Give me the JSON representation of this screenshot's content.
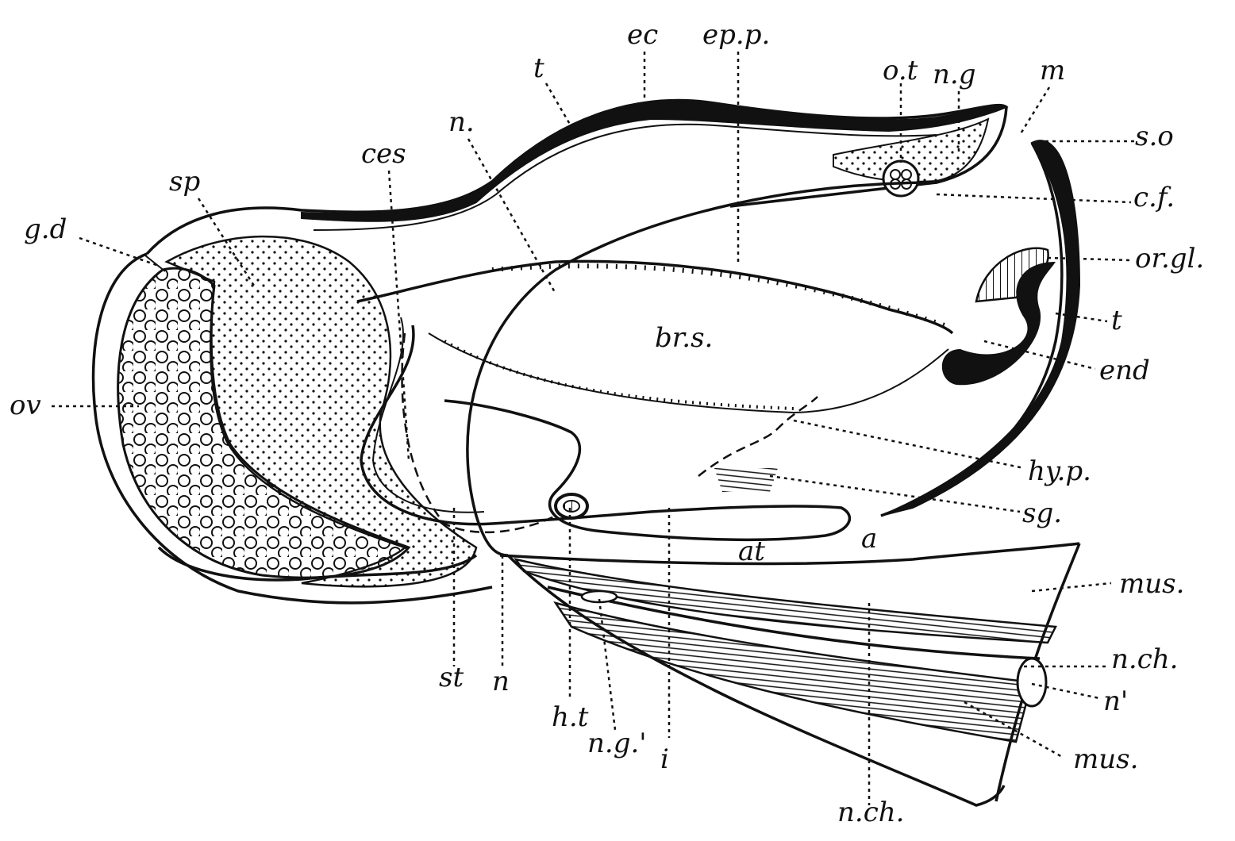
{
  "figure": {
    "labels": {
      "ec": "ec",
      "epp": "ep.p.",
      "t_top": "t",
      "ot": "o.t",
      "ng": "n.g",
      "m": "m",
      "so": "s.o",
      "n_top": "n.",
      "ces": "ces",
      "sp": "sp",
      "gd": "g.d",
      "cf": "c.f.",
      "orgl": "or.gl.",
      "brs": "br.s.",
      "t_right": "t",
      "end": "end",
      "ov": "ov",
      "hyp": "hy.p.",
      "sg": "sg.",
      "a": "a",
      "at": "at",
      "mus_top": "mus.",
      "nch_right": "n.ch.",
      "n_prime": "n'",
      "mus_bottom": "mus.",
      "st": "st",
      "n_bottom": "n",
      "ht": "h.t",
      "ng_prime": "n.g.'",
      "i": "i",
      "nch_bottom": "n.ch."
    },
    "ink_color": "#111111",
    "paper_color": "#ffffff"
  }
}
